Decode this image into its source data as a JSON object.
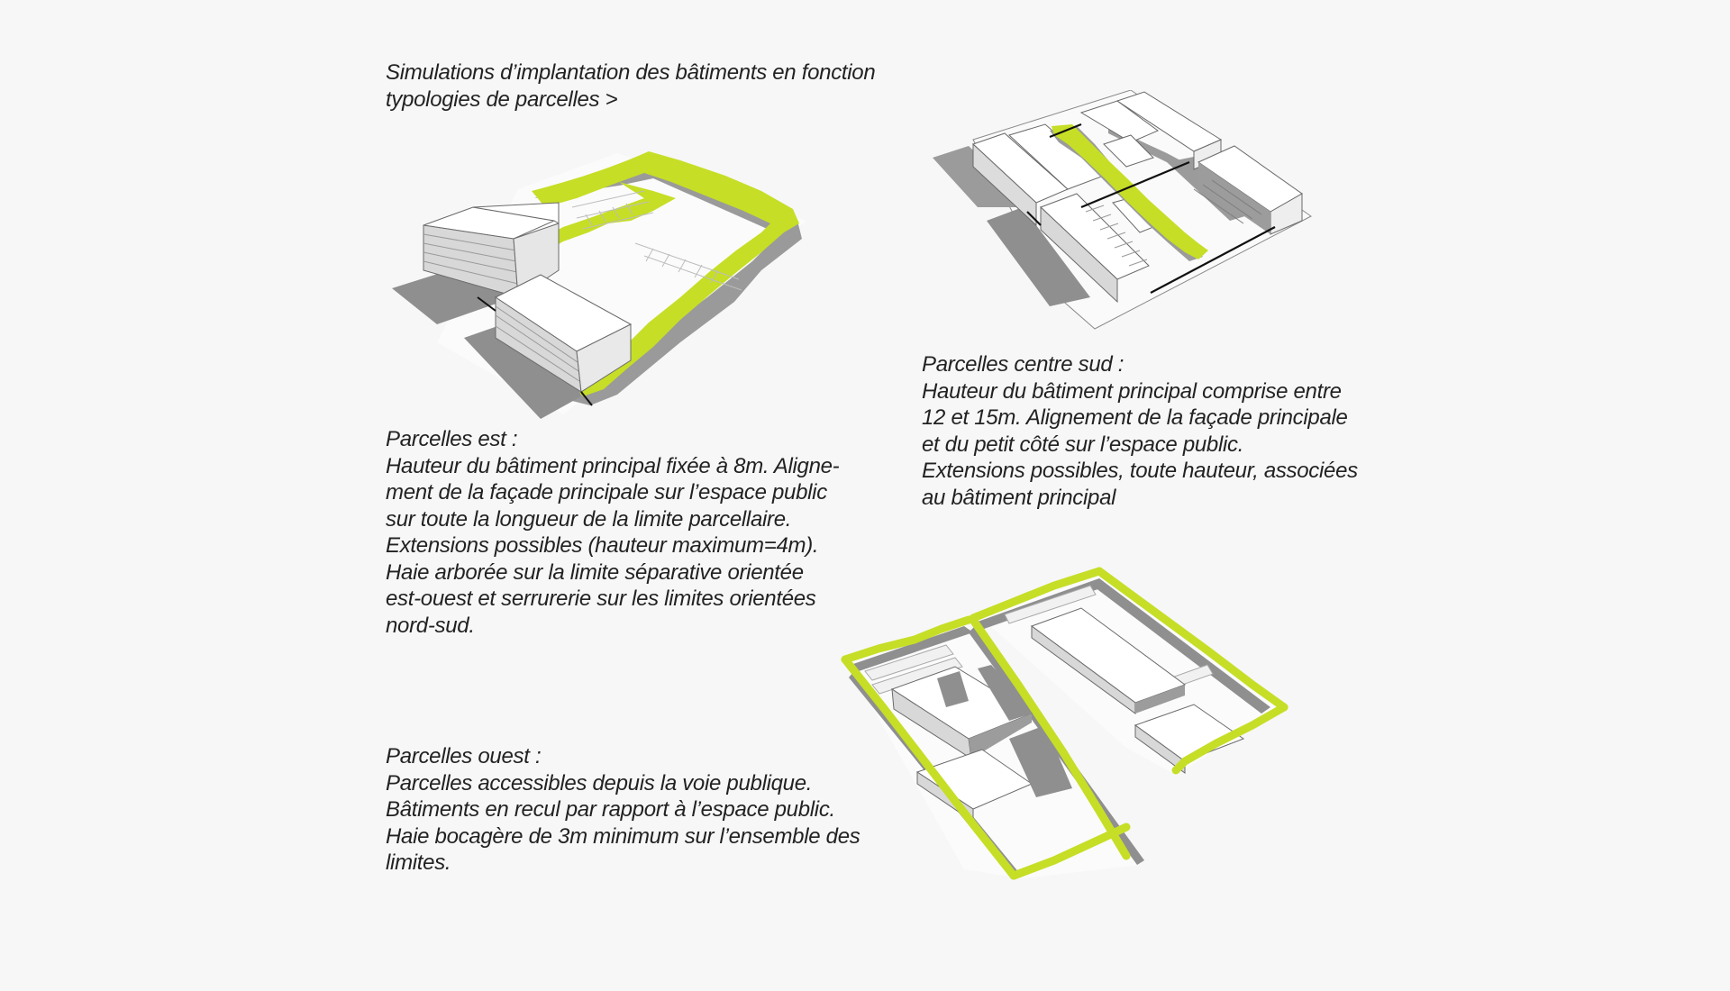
{
  "colors": {
    "background": "#f7f7f7",
    "text": "#222222",
    "hedge_green": "#c6de26",
    "shadow_gray": "#8f8f8f",
    "building_white": "#ffffff",
    "outline": "#6a6a6a"
  },
  "title": {
    "lines": [
      "Simulations d’implantation des bâtiments en fonction",
      "typologies de parcelles >"
    ]
  },
  "sections": [
    {
      "id": "est",
      "heading": "Parcelles est :",
      "lines": [
        "Hauteur du bâtiment principal fixée à 8m. Aligne-",
        "ment de la façade principale sur l’espace public",
        "sur toute la longueur de la limite parcellaire.",
        "Extensions possibles (hauteur maximum=4m).",
        "Haie arborée sur la limite séparative orientée",
        "est-ouest et serrurerie sur les limites orientées",
        "nord-sud."
      ],
      "diagram_icon": "isometric-parcel-est-diagram"
    },
    {
      "id": "centre-sud",
      "heading": "Parcelles centre sud :",
      "lines": [
        "Hauteur du bâtiment principal comprise entre",
        "12 et 15m. Alignement de la façade principale",
        "et du petit côté sur l’espace public.",
        "Extensions possibles, toute hauteur, associées",
        "au bâtiment principal"
      ],
      "diagram_icon": "isometric-parcel-centre-sud-diagram"
    },
    {
      "id": "ouest",
      "heading": "Parcelles ouest :",
      "lines": [
        "Parcelles accessibles depuis la voie publique.",
        "Bâtiments en recul par rapport à l’espace public.",
        "Haie bocagère de 3m minimum sur l’ensemble des",
        "limites."
      ],
      "diagram_icon": "isometric-parcel-ouest-diagram"
    }
  ]
}
